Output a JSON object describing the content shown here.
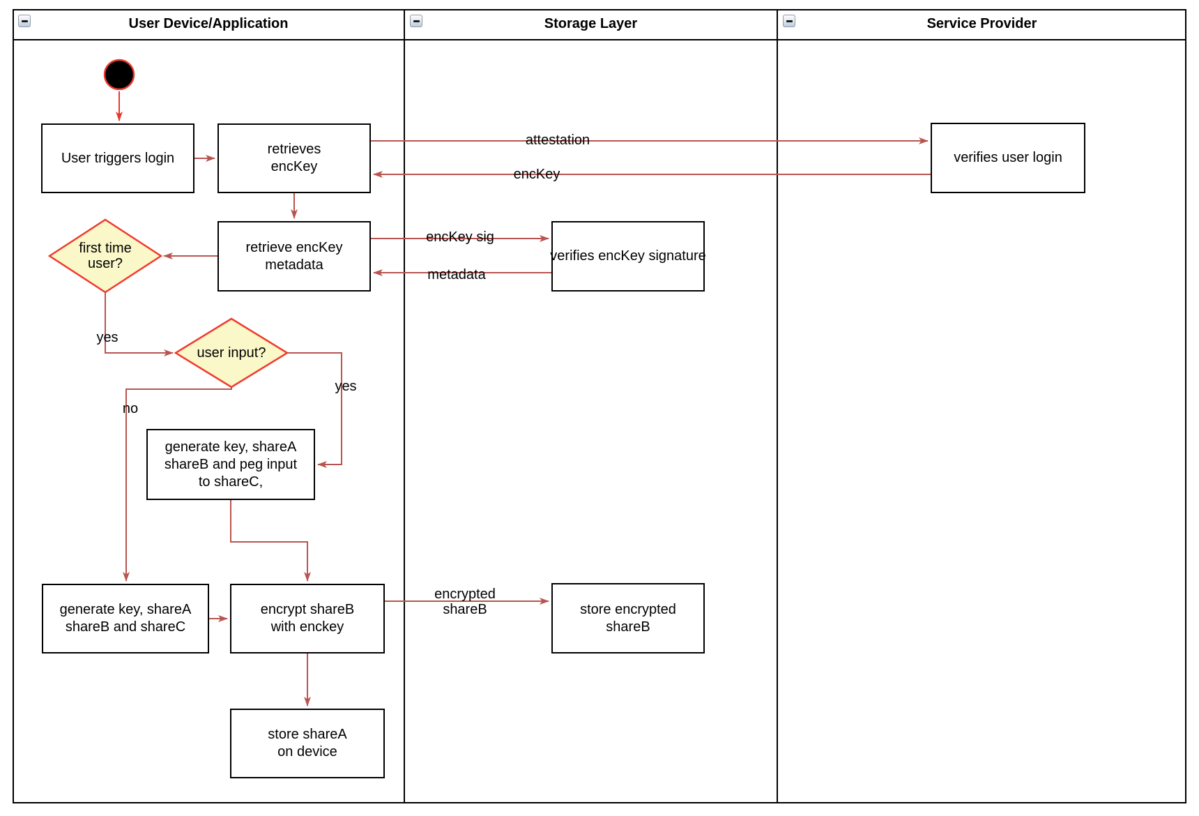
{
  "lanes": [
    {
      "title": "User Device/Application"
    },
    {
      "title": "Storage Layer"
    },
    {
      "title": "Service Provider"
    }
  ],
  "icons": {
    "collapse": "minus"
  },
  "nodes": {
    "user_triggers_login": {
      "label": "User triggers login"
    },
    "retrieves_enckey": {
      "label": "retrieves\nencKey"
    },
    "retrieve_enckey_metadata": {
      "label": "retrieve encKey\nmetadata"
    },
    "verifies_user_login": {
      "label": "verifies user login"
    },
    "verifies_enckey_signature": {
      "label": "verifies encKey signature"
    },
    "first_time_user": {
      "label": "first time\nuser?"
    },
    "user_input": {
      "label": "user input?"
    },
    "generate_key_peg_input": {
      "label": "generate key, shareA\nshareB and peg input\nto shareC,"
    },
    "generate_key_sharec": {
      "label": "generate key, shareA\nshareB and shareC"
    },
    "encrypt_shareb": {
      "label": "encrypt shareB\nwith enckey"
    },
    "store_encrypted_shareb": {
      "label": "store encrypted\nshareB"
    },
    "store_sharea": {
      "label": "store shareA\non device"
    }
  },
  "edge_labels": {
    "attestation": "attestation",
    "enckey": "encKey",
    "enckey_sig": "encKey sig",
    "metadata": "metadata",
    "encrypted_shareb": "encrypted\nshareB",
    "first_time_yes": "yes",
    "user_input_yes": "yes",
    "user_input_no": "no"
  },
  "colors": {
    "edge": "#B85450",
    "start_edge": "#E8382D",
    "decision_fill": "#FAF7C8",
    "decision_stroke": "#F03B2F",
    "node_border": "#000000",
    "lane_border": "#000000"
  }
}
